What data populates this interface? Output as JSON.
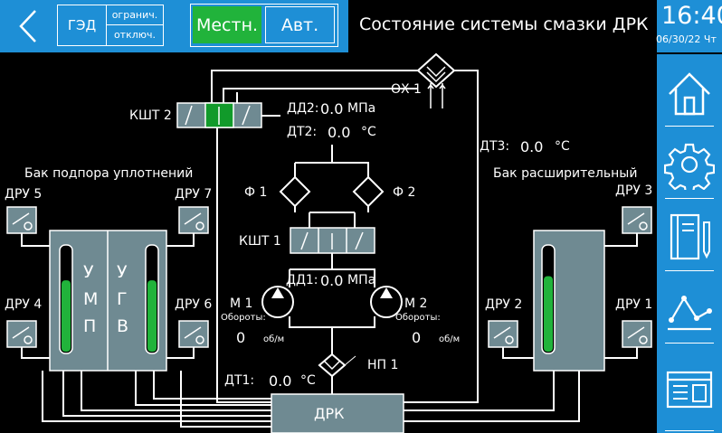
{
  "header": {
    "ged_label": "ГЭД",
    "limit_label": "огранич.",
    "off_label": "отключ.",
    "mode_local": "Местн.",
    "mode_auto": "Авт.",
    "title": "Состояние системы смазки ДРК",
    "time": "16:40",
    "date": "06/30/22 Чт"
  },
  "labels": {
    "ksht2": "КШТ 2",
    "ksht1": "КШТ 1",
    "ox1": "ОХ 1",
    "dd2_label": "ДД2:",
    "dd2_value": "0.0",
    "dd2_unit": "МПа",
    "dt2_label": "ДТ2:",
    "dt2_value": "0.0",
    "dt2_unit": "°С",
    "dt3_label": "ДТ3:",
    "dt3_value": "0.0",
    "dt3_unit": "°С",
    "f1": "Ф 1",
    "f2": "Ф 2",
    "dd1_label": "ДД1:",
    "dd1_value": "0.0",
    "dd1_unit": "МПа",
    "m1": "М 1",
    "m2": "М 2",
    "rpm_label": "Обороты:",
    "m1_rpm": "0",
    "m2_rpm": "0",
    "rpm_unit": "об/м",
    "dt1_label": "ДТ1:",
    "dt1_value": "0.0",
    "dt1_unit": "°С",
    "np1": "НП 1",
    "drk": "ДРК",
    "tank_seal": "Бак подпора уплотнений",
    "tank_exp": "Бак расширительный",
    "dru1": "ДРУ 1",
    "dru2": "ДРУ 2",
    "dru3": "ДРУ 3",
    "dru4": "ДРУ 4",
    "dru5": "ДРУ 5",
    "dru6": "ДРУ 6",
    "dru7": "ДРУ 7",
    "ump": [
      "У",
      "М",
      "П"
    ],
    "ugv": [
      "У",
      "Г",
      "В"
    ]
  },
  "levels": {
    "ump": 0.68,
    "ugv": 0.68,
    "expansion": 0.72
  },
  "colors": {
    "accent": "#1e8fd6",
    "active_green": "#21b33b",
    "valve_green": "#119a2a",
    "tank_gray": "#6f8a92"
  },
  "sidebar": {
    "items": [
      "home-icon",
      "gear-icon",
      "notebook-icon",
      "chart-icon",
      "window-icon"
    ]
  }
}
